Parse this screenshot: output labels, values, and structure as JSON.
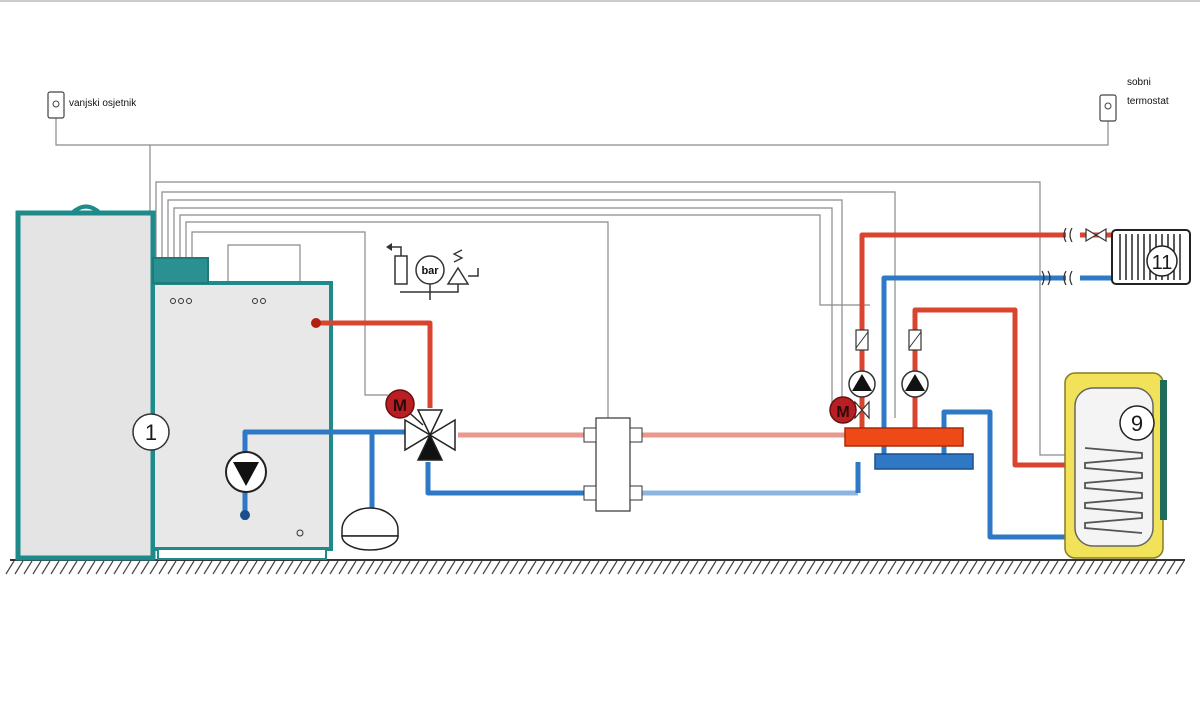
{
  "labels": {
    "outdoor_sensor": "vanjski osjetnik",
    "room_thermostat_line1": "sobni",
    "room_thermostat_line2": "termostat"
  },
  "components": {
    "boiler_number": "1",
    "tank_number": "9",
    "radiator_number": "11",
    "motor_symbol": "M",
    "pressure_gauge_unit": "bar"
  },
  "colors": {
    "supply_pipe": "#d9442f",
    "return_pipe": "#2f78c6",
    "boiler_outline": "#1f8a8a",
    "boiler_fill": "#e6e6e6",
    "motor_fill": "#b81e22",
    "tank_jacket": "#f2e25a",
    "control_wire": "#888888",
    "ground_hatch": "#333333"
  }
}
